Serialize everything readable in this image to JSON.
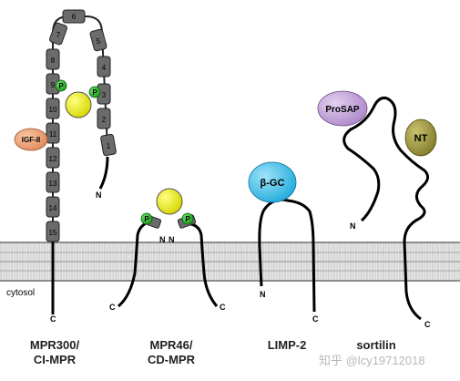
{
  "diagram": {
    "cytosol_label": "cytosol",
    "mpr300": {
      "domains": [
        "1",
        "2",
        "3",
        "4",
        "5",
        "6",
        "7",
        "8",
        "9",
        "10",
        "11",
        "12",
        "13",
        "14",
        "15"
      ],
      "phospho": "P",
      "ligand": "IGF-II",
      "n_term": "N",
      "c_term": "C",
      "caption_line1": "MPR300/",
      "caption_line2": "CI-MPR"
    },
    "mpr46": {
      "phospho": "P",
      "n_term": "N",
      "c_term": "C",
      "caption_line1": "MPR46/",
      "caption_line2": "CD-MPR"
    },
    "limp2": {
      "ligand": "β-GC",
      "n_term": "N",
      "c_term": "C",
      "caption": "LIMP-2"
    },
    "sortilin": {
      "ligand1": "ProSAP",
      "ligand2": "NT",
      "n_term": "N",
      "c_term": "C",
      "caption": "sortilin"
    },
    "watermark": "知乎 @lcy19712018"
  },
  "colors": {
    "membrane_band": "#dcdcdc",
    "domain_fill": "#6b6b6b",
    "yellow_ball": "#e3e300",
    "phospho_green": "#22b522",
    "igf2": "#f0a070",
    "beta_gc": "#35c2ec",
    "prosap": "#c5a3d8",
    "nt": "#9b9433"
  }
}
